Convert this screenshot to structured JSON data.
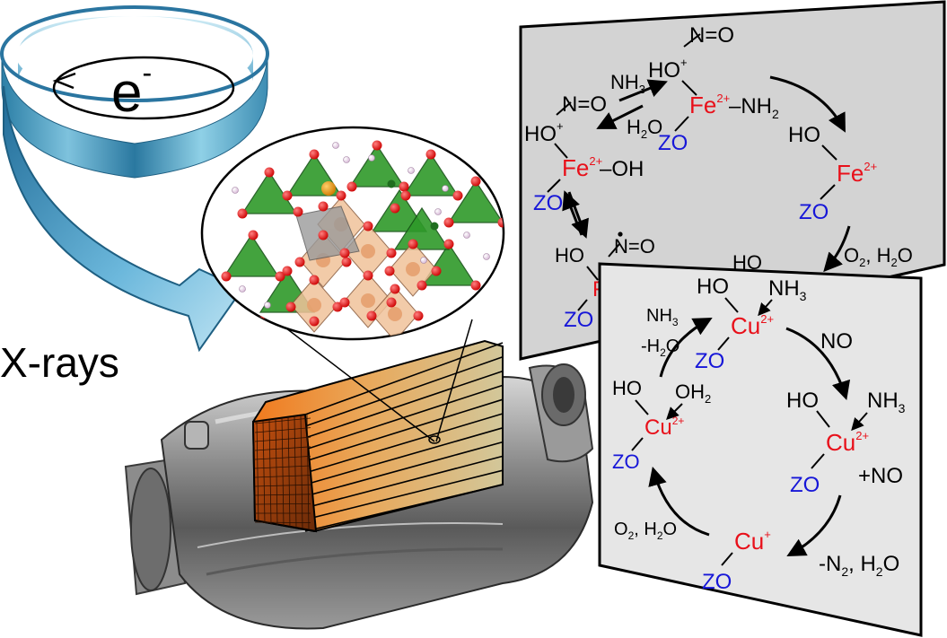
{
  "ring": {
    "electron_label": "e",
    "electron_charge": "-"
  },
  "xray": {
    "label": "X-rays"
  },
  "colors": {
    "red": "#e8101a",
    "blue": "#1616d8",
    "panel": "#d3d3d3",
    "panel_light": "#e6e6e6",
    "zeolite_green": "#2f9a2a",
    "monolith_orange": "#ee8a3c"
  },
  "fe_cycle": {
    "top_no": "N=O",
    "top_ho": "HO",
    "top_plus": "+",
    "top_fe": "Fe",
    "top_fe_charge": "2+",
    "top_nh2": "–NH",
    "top_nh2_sub": "2",
    "top_zo": "ZO",
    "arrow_nh3": "NH",
    "arrow_nh3_sub": "3",
    "arrow_h2o": "H",
    "arrow_h2o_sub": "2",
    "arrow_h2o_end": "O",
    "left_no": "N=O",
    "left_ho": "HO",
    "left_plus": "+",
    "left_fe": "Fe",
    "left_fe_charge": "2+",
    "left_oh": "–OH",
    "left_zo": "ZO",
    "right_ho": "HO",
    "right_fe": "Fe",
    "right_fe_charge": "2+",
    "right_zo": "ZO",
    "o2_label": "O",
    "o2_sub": "2",
    "o2_rest": ", H",
    "o2_h2o_sub": "2",
    "o2_end": "O",
    "bottom_ho": "HO",
    "bottom_no": "N=O",
    "bottom_zo": "ZO",
    "hidden_ho": "HO"
  },
  "cu_cycle": {
    "top_ho": "HO",
    "top_nh3": "NH",
    "top_nh3_sub": "3",
    "top_cu": "Cu",
    "top_cu_charge": "2+",
    "top_zo": "ZO",
    "no_label": "NO",
    "right_ho": "HO",
    "right_nh3": "NH",
    "right_nh3_sub": "3",
    "right_cu": "Cu",
    "right_cu_charge": "2+",
    "right_plus_no": "+NO",
    "right_zo": "ZO",
    "n2_label": "-N",
    "n2_sub": "2",
    "n2_rest": ", H",
    "n2_h2o_sub": "2",
    "n2_end": "O",
    "bottom_cu": "Cu",
    "bottom_cu_charge": "+",
    "bottom_zo": "ZO",
    "o2_label": "O",
    "o2_sub": "2",
    "o2_rest": ", H",
    "o2_h2o_sub": "2",
    "o2_end": "O",
    "left_ho": "HO",
    "left_oh2": "OH",
    "left_oh2_sub": "2",
    "left_cu": "Cu",
    "left_cu_charge": "2+",
    "left_zo": "ZO",
    "nh3_label": "NH",
    "nh3_sub": "3",
    "h2o_label": "-H",
    "h2o_sub": "2",
    "h2o_end": "O"
  }
}
